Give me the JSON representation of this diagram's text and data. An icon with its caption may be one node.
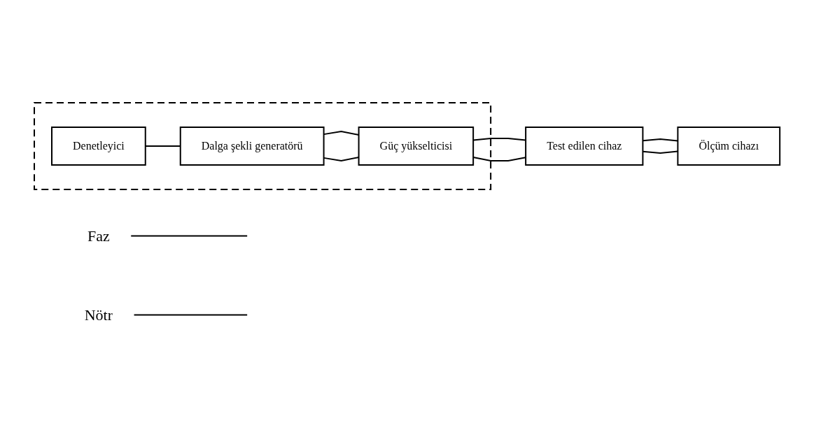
{
  "diagram": {
    "nodes": [
      {
        "text": [],
        "shape": "box"
      },
      {
        "text": [
          "Faz"
        ]
      },
      {
        "text": [
          "Nötr"
        ]
      },
      {
        "text": [
          "Denetleyici"
        ],
        "in": 0
      },
      {
        "text": [
          "Dalga şekli generatörü"
        ],
        "in": 0
      },
      {
        "text": [
          "Güç yükselticisi"
        ],
        "in": 0
      },
      {
        "text": [
          "Test edilen cihaz"
        ]
      },
      {
        "text": [
          "Ölçüm cihazı"
        ]
      }
    ],
    "edges": [
      {
        "from": 1,
        "to": null,
        "arrow": "none"
      },
      {
        "from": 2,
        "to": null,
        "arrow": "none"
      },
      {
        "from": 3,
        "to": 4,
        "arrow": "none"
      },
      {
        "from": 4,
        "to": 5,
        "arrow": "none"
      },
      {
        "from": 4,
        "to": 5,
        "arrow": "none"
      },
      {
        "from": 5,
        "to": 6,
        "arrow": "none"
      },
      {
        "from": 5,
        "to": 6,
        "arrow": "none"
      },
      {
        "from": 6,
        "to": 7,
        "arrow": "none"
      },
      {
        "from": 6,
        "to": 7,
        "arrow": "none"
      }
    ]
  }
}
